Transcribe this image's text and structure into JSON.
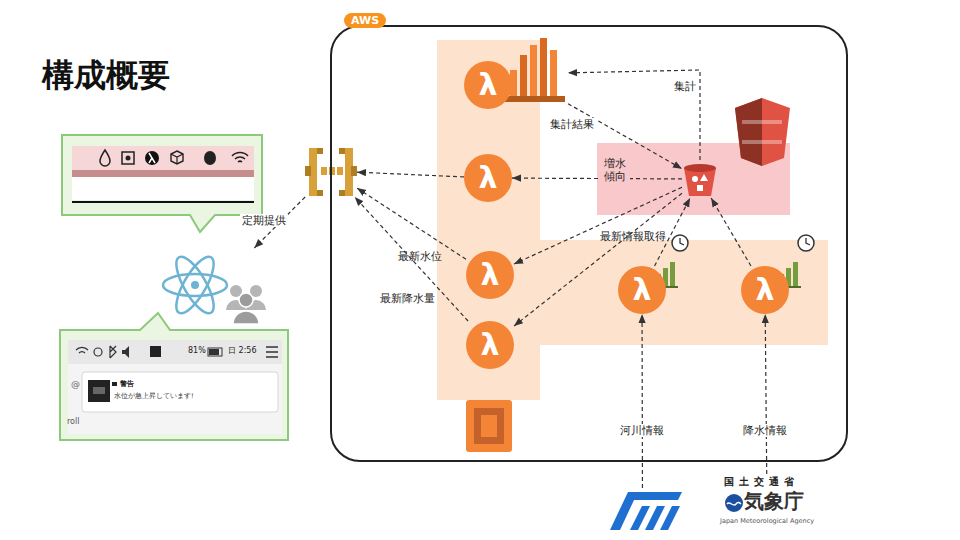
{
  "diagram": {
    "title": "構成概要",
    "nodes": [
      {
        "text": [
          "AWS"
        ]
      },
      {
        "text": [
          "λ"
        ],
        "in": 0
      },
      {
        "text": [
          "λ"
        ],
        "in": 0
      },
      {
        "text": [
          "λ"
        ],
        "in": 0
      },
      {
        "text": [
          "λ"
        ],
        "in": 0
      },
      {
        "text": [],
        "in": 0
      },
      {
        "text": [
          "λ"
        ],
        "in": 0
      },
      {
        "text": [
          "λ"
        ],
        "in": 0
      },
      {
        "text": []
      },
      {
        "text": []
      },
      {
        "text": []
      },
      {
        "text": [
          "81%",
          "日 2:56",
          "@",
          "警告",
          "水位が急上昇しています!",
          "roll"
        ]
      },
      {
        "text": []
      },
      {
        "text": [
          "国土交通省",
          "気象庁",
          "Japan Meteorological Agency"
        ]
      }
    ],
    "edges": [
      {
        "from": 5,
        "to": 1,
        "arrow": "to",
        "label": "集計"
      },
      {
        "from": 1,
        "to": 5,
        "arrow": "to",
        "label": "集計結果"
      },
      {
        "from": 5,
        "to": 2,
        "arrow": "to",
        "label": "増水 傾向"
      },
      {
        "from": 5,
        "to": 3,
        "arrow": "to",
        "label": "最新情報取得"
      },
      {
        "from": 5,
        "to": 4,
        "arrow": "to"
      },
      {
        "from": 2,
        "to": 8,
        "arrow": "to"
      },
      {
        "from": 3,
        "to": 8,
        "arrow": "to",
        "label": "最新水位"
      },
      {
        "from": 4,
        "to": 8,
        "arrow": "to",
        "label": "最新降水量"
      },
      {
        "from": 8,
        "to": 10,
        "arrow": "to",
        "label": "定期提供"
      },
      {
        "from": 6,
        "to": 5,
        "arrow": "to"
      },
      {
        "from": 7,
        "to": 5,
        "arrow": "to"
      },
      {
        "from": 12,
        "to": 6,
        "arrow": "to",
        "label": "河川情報"
      },
      {
        "from": 13,
        "to": 7,
        "arrow": "to",
        "label": "降水情報"
      }
    ]
  }
}
